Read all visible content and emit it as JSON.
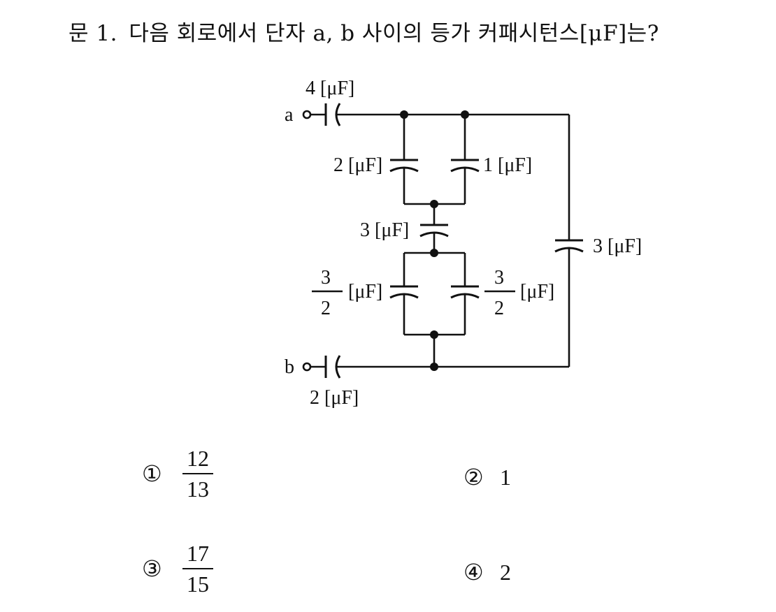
{
  "question": {
    "number": "문  1.",
    "text": "다음 회로에서 단자 a, b 사이의 등가 커패시턴스[μF]는?"
  },
  "circuit": {
    "terminal_a": "a",
    "terminal_b": "b",
    "c_series_a": "4 [μF]",
    "c_left_top": "2 [μF]",
    "c_right_top": "1 [μF]",
    "c_middle": "3 [μF]",
    "c_right_branch": "3 [μF]",
    "c_left_bottom_num": "3",
    "c_left_bottom_den": "2",
    "c_left_bottom_unit": "[μF]",
    "c_right_bottom_num": "3",
    "c_right_bottom_den": "2",
    "c_right_bottom_unit": "[μF]",
    "c_series_b": "2 [μF]"
  },
  "options": [
    {
      "marker": "①",
      "numerator": "12",
      "denominator": "13"
    },
    {
      "marker": "②",
      "value": "1"
    },
    {
      "marker": "③",
      "numerator": "17",
      "denominator": "15"
    },
    {
      "marker": "④",
      "value": "2"
    }
  ]
}
